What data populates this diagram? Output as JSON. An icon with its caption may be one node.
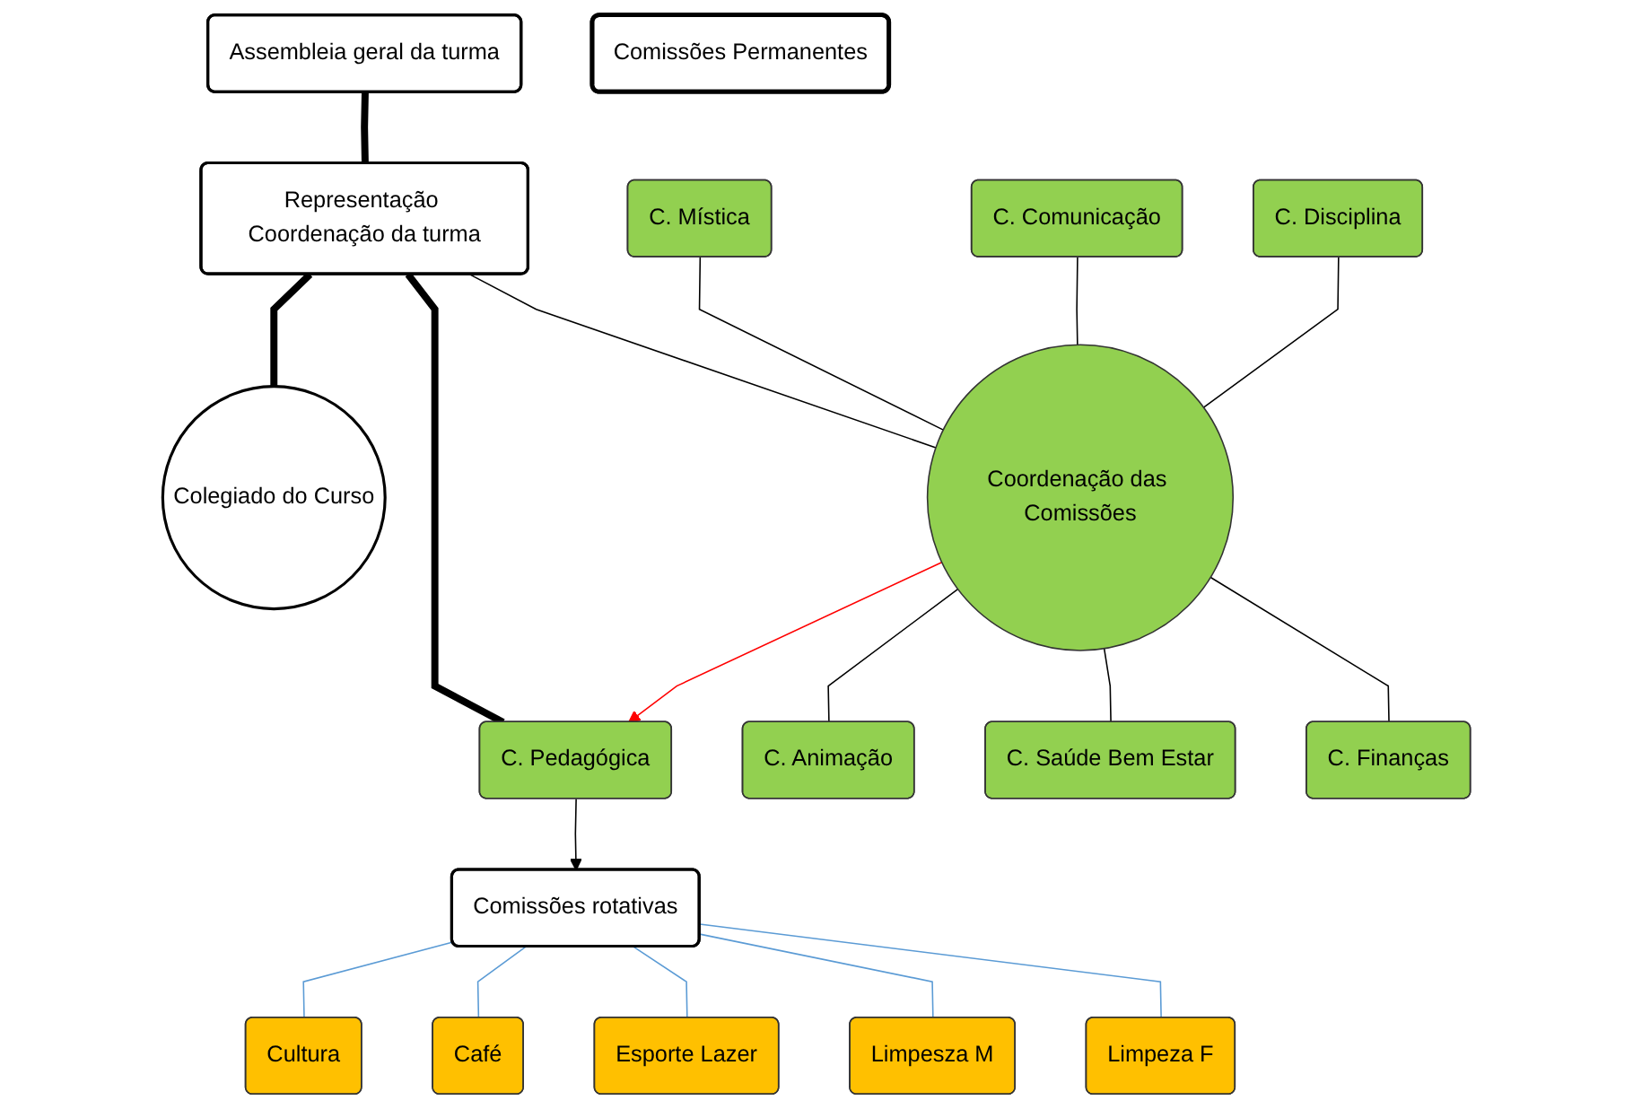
{
  "diagram": {
    "nodes": [
      {
        "text": [
          "Assembleia geral da turma"
        ]
      },
      {
        "text": [
          "Representação Coordenação da turma"
        ]
      },
      {
        "text": [
          "Colegiado do Curso"
        ]
      },
      {
        "text": [
          "Comissões Permanentes"
        ]
      },
      {
        "text": [
          "C. Pedagógica"
        ]
      },
      {
        "text": [
          "C. Mística"
        ]
      },
      {
        "text": [
          "Coordenação das Comissões"
        ]
      },
      {
        "text": [
          "C. Comunicação"
        ]
      },
      {
        "text": [
          "C. Animação"
        ]
      },
      {
        "text": [
          "C. Disciplina"
        ]
      },
      {
        "text": [
          "C. Saúde Bem Estar"
        ]
      },
      {
        "text": [
          "C. Finanças"
        ]
      },
      {
        "text": [
          "Cultura"
        ]
      },
      {
        "text": [
          "Café"
        ]
      },
      {
        "text": [
          "Comissões rotativas"
        ]
      },
      {
        "text": [
          "Esporte Lazer"
        ]
      },
      {
        "text": [
          "Limpesza M"
        ]
      },
      {
        "text": [
          "Limpeza F"
        ]
      }
    ],
    "edges": [
      {
        "from": 0,
        "to": 1,
        "arrow": "none",
        "style": "thick"
      },
      {
        "from": 1,
        "to": 2,
        "arrow": "none",
        "style": "thick"
      },
      {
        "from": 1,
        "to": 4,
        "arrow": "none",
        "style": "thick"
      },
      {
        "from": 1,
        "to": 6,
        "arrow": "none"
      },
      {
        "from": 6,
        "to": 4,
        "arrow": "to",
        "color": "#ff0000"
      },
      {
        "from": 5,
        "to": 6,
        "arrow": "none"
      },
      {
        "from": 7,
        "to": 6,
        "arrow": "none"
      },
      {
        "from": 6,
        "to": 8,
        "arrow": "none"
      },
      {
        "from": 9,
        "to": 6,
        "arrow": "none"
      },
      {
        "from": 6,
        "to": 10,
        "arrow": "none"
      },
      {
        "from": 6,
        "to": 11,
        "arrow": "none"
      },
      {
        "from": 4,
        "to": 14,
        "arrow": "to"
      },
      {
        "from": 14,
        "to": 12,
        "arrow": "none",
        "color": "#5b9bd5"
      },
      {
        "from": 14,
        "to": 13,
        "arrow": "none",
        "color": "#5b9bd5"
      },
      {
        "from": 14,
        "to": 15,
        "arrow": "none",
        "color": "#5b9bd5"
      },
      {
        "from": 14,
        "to": 16,
        "arrow": "none",
        "color": "#5b9bd5"
      },
      {
        "from": 14,
        "to": 17,
        "arrow": "none",
        "color": "#5b9bd5"
      }
    ]
  }
}
